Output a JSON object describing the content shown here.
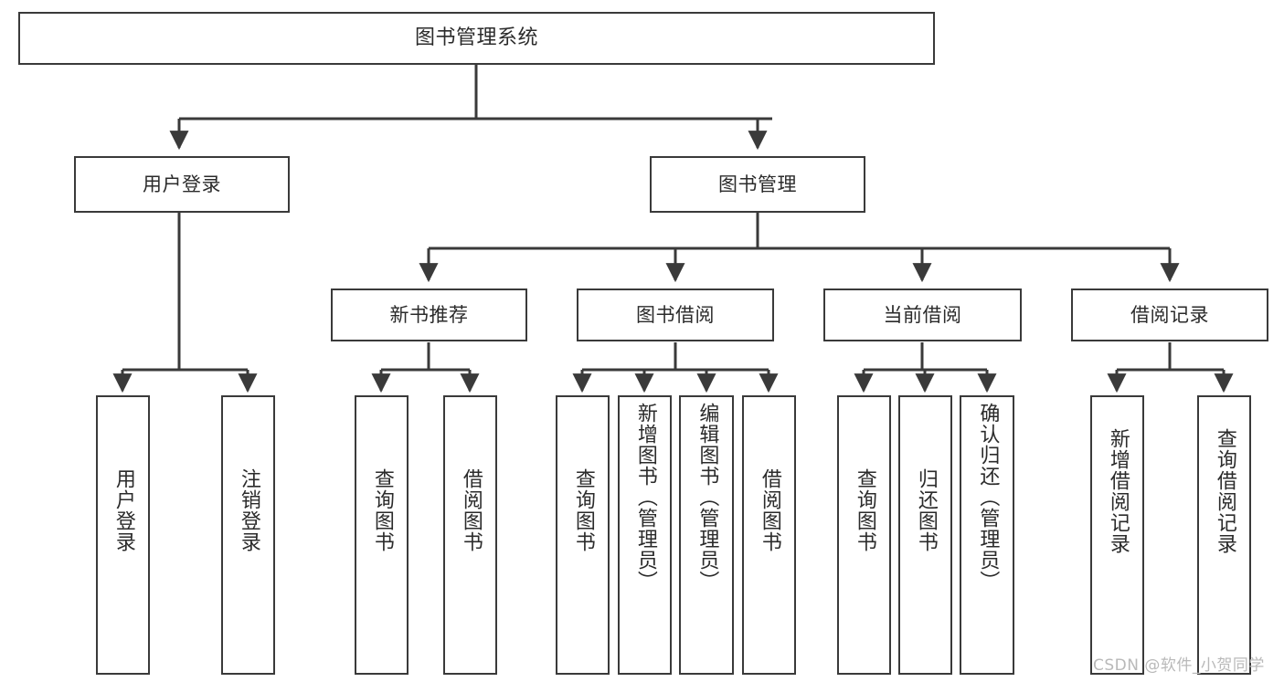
{
  "diagram": {
    "title": "图书管理系统",
    "type": "tree",
    "orientation": "top-down",
    "colors": {
      "box_border": "#3a3a3a",
      "box_fill": "#ffffff",
      "connector": "#3a3a3a",
      "text": "#2b2b2b",
      "watermark": "#b9b9b9",
      "background": "#ffffff"
    },
    "root": {
      "label": "图书管理系统"
    },
    "level2": [
      {
        "label": "用户登录"
      },
      {
        "label": "图书管理"
      }
    ],
    "level3": [
      {
        "label": "新书推荐"
      },
      {
        "label": "图书借阅"
      },
      {
        "label": "当前借阅"
      },
      {
        "label": "借阅记录"
      }
    ],
    "leaves": {
      "user_login": [
        {
          "label": "用户登录"
        },
        {
          "label": "注销登录"
        }
      ],
      "new_book_recommend": [
        {
          "label": "查询图书"
        },
        {
          "label": "借阅图书"
        }
      ],
      "book_borrow": [
        {
          "label": "查询图书"
        },
        {
          "label": "新增图书（管理员）"
        },
        {
          "label": "编辑图书（管理员）"
        },
        {
          "label": "借阅图书"
        }
      ],
      "current_borrow": [
        {
          "label": "查询图书"
        },
        {
          "label": "归还图书"
        },
        {
          "label": "确认归还（管理员）"
        }
      ],
      "borrow_record": [
        {
          "label": "新增借阅记录"
        },
        {
          "label": "查询借阅记录"
        }
      ]
    },
    "watermark": "CSDN @软件_小贺同学"
  }
}
